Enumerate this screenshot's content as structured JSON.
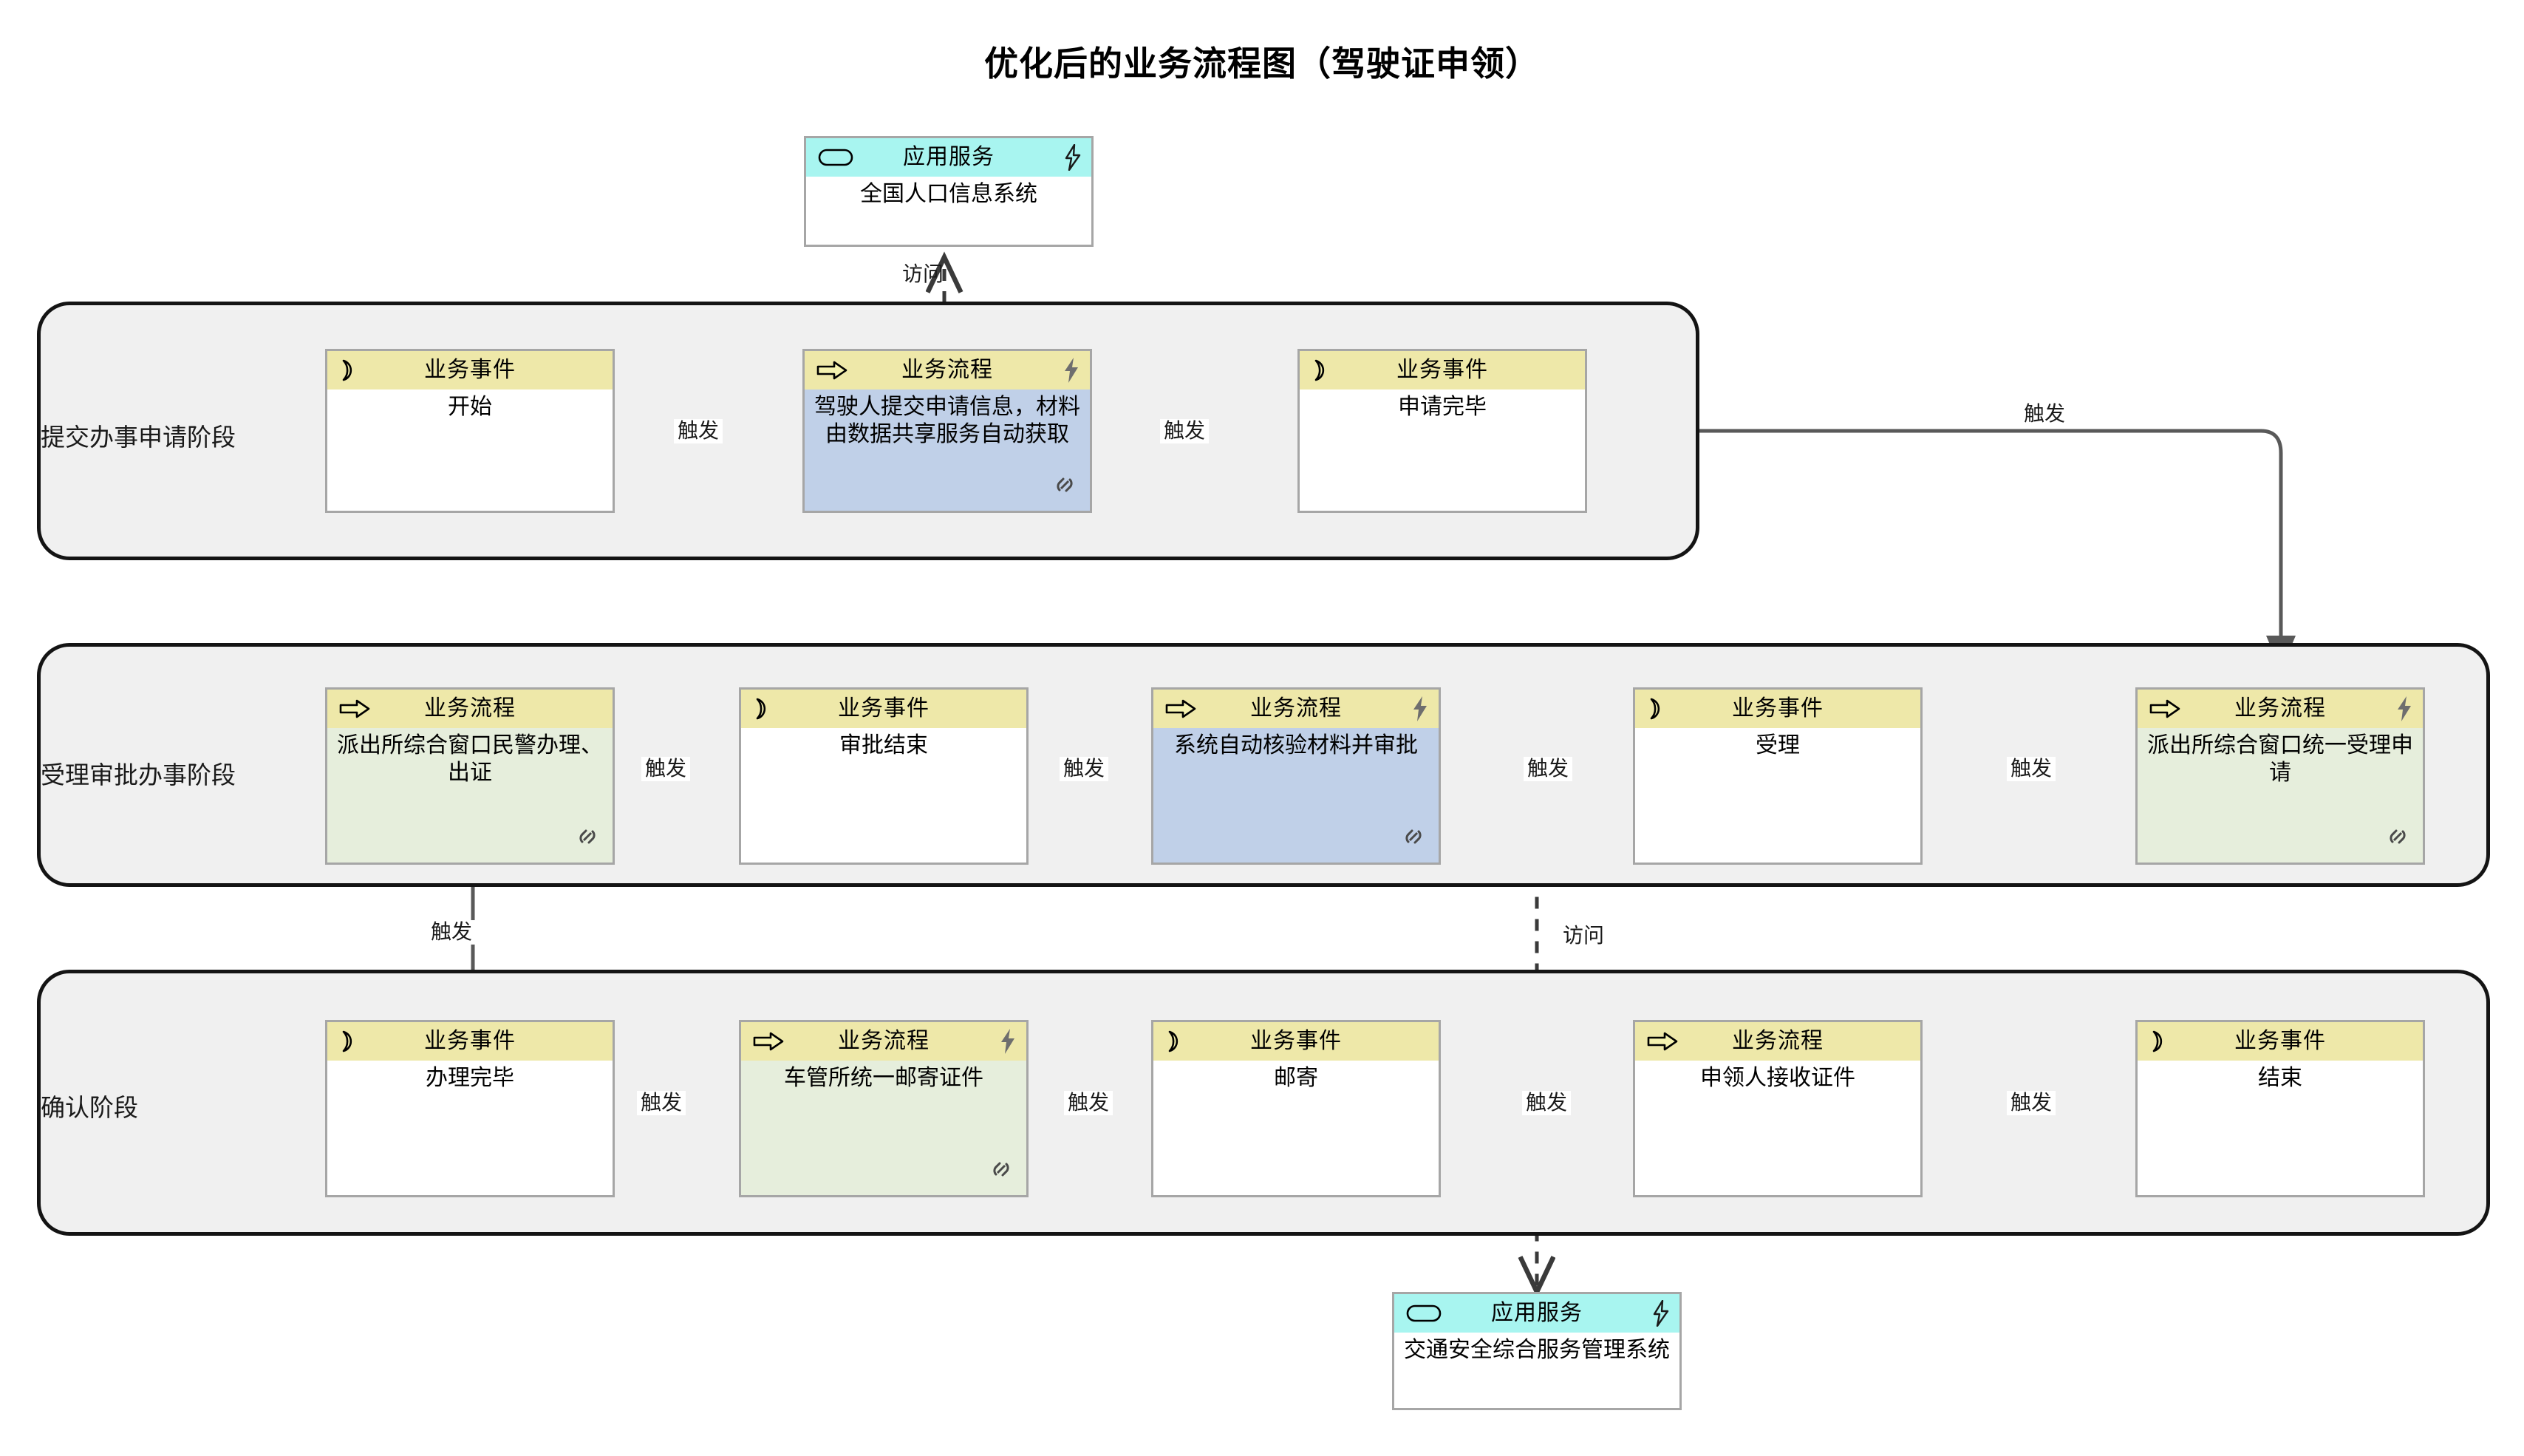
{
  "title": "优化后的业务流程图（驾驶证申领）",
  "colors": {
    "header_event": "#eee8a9",
    "header_process": "#eee8a9",
    "header_appservice": "#a8f5f0",
    "body_blue": "#c0d0e8",
    "body_green": "#e6eedc",
    "body_white": "#ffffff",
    "container_fill": "#f0f0f0",
    "container_border": "#141414",
    "node_border": "#a6a6a6",
    "connector": "#595959"
  },
  "type_labels": {
    "business_event": "业务事件",
    "business_process": "业务流程",
    "application_service": "应用服务"
  },
  "relation_labels": {
    "trigger": "触发",
    "access": "访问"
  },
  "icons": {
    "event": "event-icon",
    "process": "process-arrow-icon",
    "application_service": "rounded-rect-icon",
    "lightning": "lightning-bolt-icon",
    "link": "link-chain-icon"
  },
  "application_services": [
    {
      "id": "app-top",
      "type_label": "应用服务",
      "name": "全国人口信息系统"
    },
    {
      "id": "app-bottom",
      "type_label": "应用服务",
      "name": "交通安全综合服务管理系统"
    }
  ],
  "phases": [
    {
      "id": "phase-1",
      "label": "提交办事申请阶段",
      "nodes": [
        {
          "id": "n-start",
          "kind": "event",
          "type_label": "业务事件",
          "name": "开始"
        },
        {
          "id": "n-submit",
          "kind": "process",
          "type_label": "业务流程",
          "name": "驾驶人提交申请信息，材料由数据共享服务自动获取"
        },
        {
          "id": "n-applied",
          "kind": "event",
          "type_label": "业务事件",
          "name": "申请完毕"
        }
      ]
    },
    {
      "id": "phase-2",
      "label": "受理审批办事阶段",
      "nodes": [
        {
          "id": "n-police",
          "kind": "process",
          "type_label": "业务流程",
          "name": "派出所综合窗口民警办理、出证"
        },
        {
          "id": "n-approved",
          "kind": "event",
          "type_label": "业务事件",
          "name": "审批结束"
        },
        {
          "id": "n-autocheck",
          "kind": "process",
          "type_label": "业务流程",
          "name": "系统自动核验材料并审批"
        },
        {
          "id": "n-accept",
          "kind": "event",
          "type_label": "业务事件",
          "name": "受理"
        },
        {
          "id": "n-intake",
          "kind": "process",
          "type_label": "业务流程",
          "name": "派出所综合窗口统一受理申请"
        }
      ]
    },
    {
      "id": "phase-3",
      "label": "确认阶段",
      "nodes": [
        {
          "id": "n-done",
          "kind": "event",
          "type_label": "业务事件",
          "name": "办理完毕"
        },
        {
          "id": "n-mailsvc",
          "kind": "process",
          "type_label": "业务流程",
          "name": "车管所统一邮寄证件"
        },
        {
          "id": "n-mail",
          "kind": "event",
          "type_label": "业务事件",
          "name": "邮寄"
        },
        {
          "id": "n-receive",
          "kind": "process",
          "type_label": "业务流程",
          "name": "申领人接收证件"
        },
        {
          "id": "n-end",
          "kind": "event",
          "type_label": "业务事件",
          "name": "结束"
        }
      ]
    }
  ],
  "connectors": [
    {
      "id": "c1",
      "label": "触发",
      "from": "n-start",
      "to": "n-submit"
    },
    {
      "id": "c2",
      "label": "触发",
      "from": "n-submit",
      "to": "n-applied"
    },
    {
      "id": "c3",
      "label": "触发",
      "from": "n-applied",
      "to": "n-intake"
    },
    {
      "id": "c4",
      "label": "触发",
      "from": "n-intake",
      "to": "n-accept"
    },
    {
      "id": "c5",
      "label": "触发",
      "from": "n-accept",
      "to": "n-autocheck"
    },
    {
      "id": "c6",
      "label": "触发",
      "from": "n-autocheck",
      "to": "n-approved"
    },
    {
      "id": "c7",
      "label": "触发",
      "from": "n-approved",
      "to": "n-police"
    },
    {
      "id": "c8",
      "label": "触发",
      "from": "n-police",
      "to": "n-done"
    },
    {
      "id": "c9",
      "label": "触发",
      "from": "n-done",
      "to": "n-mailsvc"
    },
    {
      "id": "c10",
      "label": "触发",
      "from": "n-mailsvc",
      "to": "n-mail"
    },
    {
      "id": "c11",
      "label": "触发",
      "from": "n-mail",
      "to": "n-receive"
    },
    {
      "id": "c12",
      "label": "触发",
      "from": "n-receive",
      "to": "n-end"
    },
    {
      "id": "a1",
      "label": "访问",
      "from": "n-submit",
      "to": "app-top",
      "style": "dashed"
    },
    {
      "id": "a2",
      "label": "访问",
      "from": "n-autocheck",
      "to": "app-bottom",
      "style": "dashed"
    }
  ]
}
